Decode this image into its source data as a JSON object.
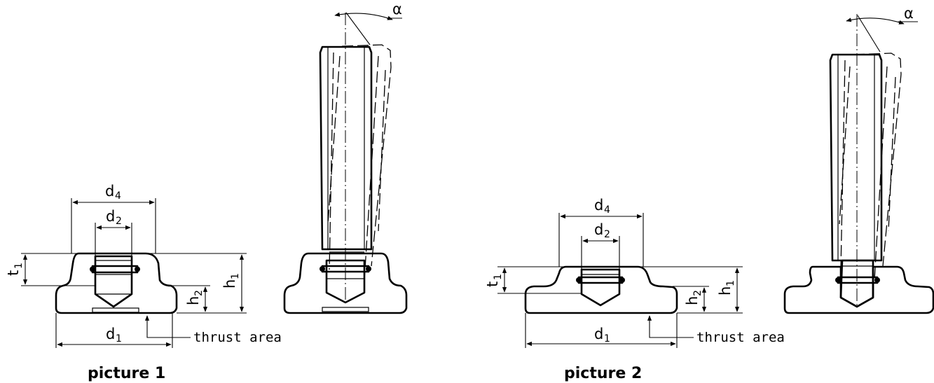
{
  "labels": {
    "d1": "d",
    "d1_sub": "1",
    "d2": "d",
    "d2_sub": "2",
    "d4": "d",
    "d4_sub": "4",
    "t1": "t",
    "t1_sub": "1",
    "h1": "h",
    "h1_sub": "1",
    "h2": "h",
    "h2_sub": "2",
    "alpha": "α",
    "thrust_area": "thrust area"
  },
  "captions": {
    "picture1": "picture 1",
    "picture2": "picture 2"
  }
}
